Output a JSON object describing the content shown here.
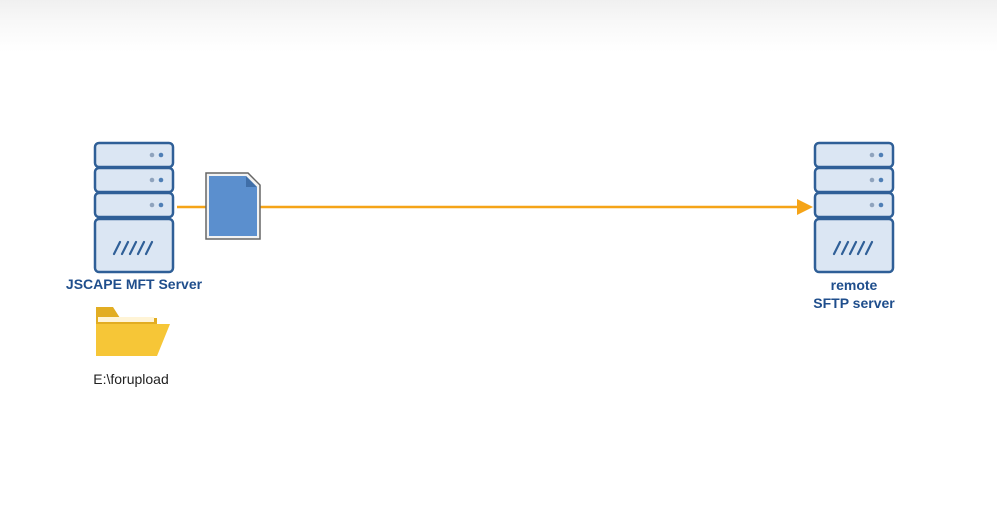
{
  "diagram": {
    "source_server": {
      "label": "JSCAPE MFT Server",
      "icon": "server-icon"
    },
    "destination_server": {
      "label_line1": "remote",
      "label_line2": "SFTP server",
      "icon": "server-icon"
    },
    "folder": {
      "label": "E:\\forupload",
      "icon": "folder-icon"
    },
    "file": {
      "icon": "file-icon"
    },
    "connection": {
      "direction": "source-to-destination",
      "arrowhead": "destination"
    },
    "colors": {
      "server_fill": "#dbe6f3",
      "server_stroke": "#2f5f97",
      "server_label": "#1f4e8c",
      "arrow": "#f5a418",
      "file_fill": "#5b8fce",
      "folder_fill": "#f6c637",
      "folder_back": "#e2ad22"
    }
  }
}
